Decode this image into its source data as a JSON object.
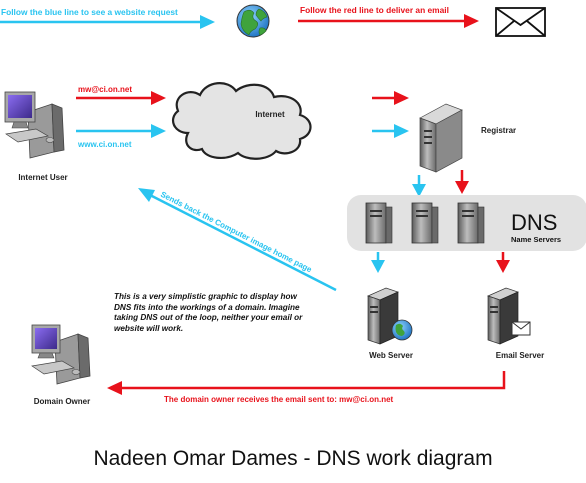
{
  "legend": {
    "blue_instruction": "Follow the blue line to see a website request",
    "red_instruction": "Follow the red line to deliver an email"
  },
  "labels": {
    "internet_user": "Internet User",
    "internet": "Internet",
    "registrar": "Registrar",
    "dns_title": "DNS",
    "dns_subtitle": "Name Servers",
    "web_server": "Web Server",
    "email_server": "Email Server",
    "domain_owner": "Domain Owner",
    "email_address": "mw@ci.on.net",
    "website_address": "www.ci.on.net",
    "return_path": "Sends back the Computer image home page",
    "delivery_path": "The domain owner receives the email sent to: mw@ci.on.net"
  },
  "note": "This is a very simplistic graphic to display how DNS fits into the workings of a domain. Imagine taking DNS out of the loop, neither your email or website will work.",
  "caption": "Nadeen Omar Dames - DNS work diagram",
  "colors": {
    "blue_path": "#29c4f0",
    "red_path": "#e8121b",
    "dns_band": "#e2e2e2",
    "monitor_screen": "#6b4bbd"
  },
  "icons": [
    "globe-icon",
    "envelope-icon",
    "computer-icon",
    "cloud-icon",
    "server-icon"
  ]
}
